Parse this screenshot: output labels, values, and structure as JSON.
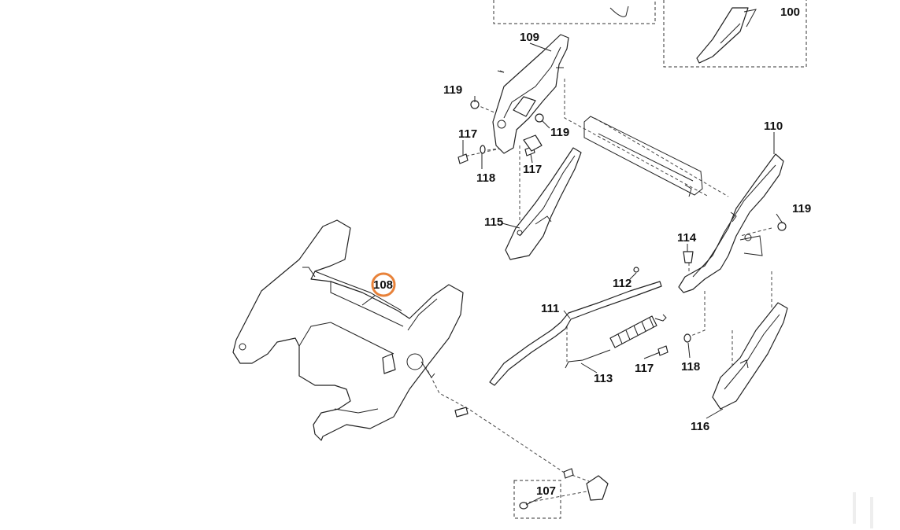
{
  "diagram": {
    "accent_color": "#e8823a",
    "highlighted_callout": "108",
    "callouts": {
      "c100": "100",
      "c107": "107",
      "c108": "108",
      "c109": "109",
      "c110": "110",
      "c111": "111",
      "c112": "112",
      "c113": "113",
      "c114": "114",
      "c115": "115",
      "c116": "116",
      "c117a": "117",
      "c117b": "117",
      "c117c": "117",
      "c118a": "118",
      "c118b": "118",
      "c119a": "119",
      "c119b": "119",
      "c119c": "119"
    }
  }
}
